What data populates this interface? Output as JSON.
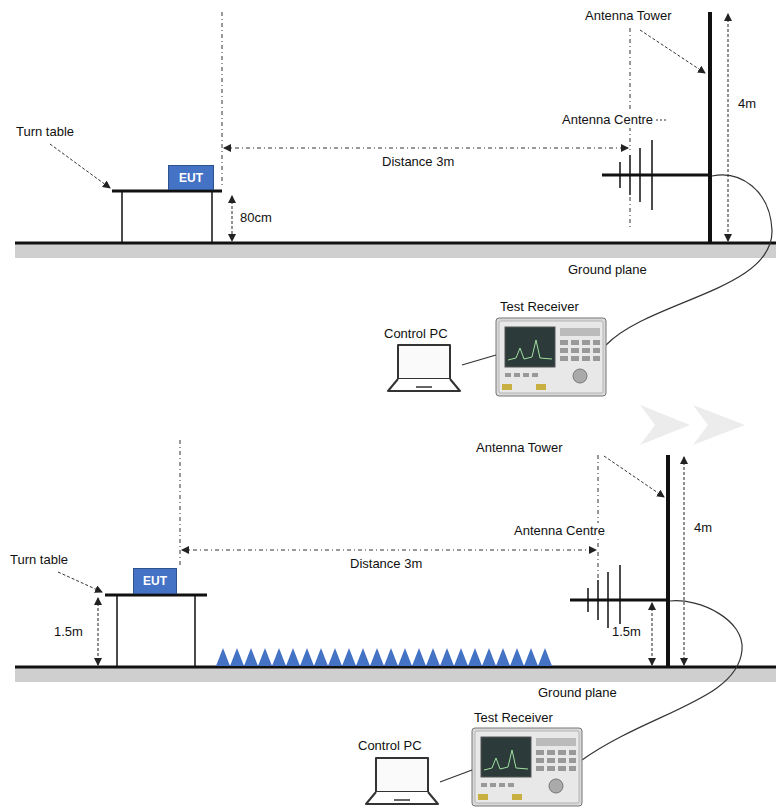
{
  "diagram": {
    "nodes": [
      {
        "text": [
          "EUT"
        ]
      },
      {
        "text": [
          "EUT"
        ]
      }
    ],
    "labels": [
      "Antenna Tower",
      "Turn table",
      "Antenna Centre",
      "Distance 3m",
      "4m",
      "80cm",
      "Ground plane",
      "Test Receiver",
      "Control PC",
      "Antenna Tower",
      "Antenna Centre",
      "Turn table",
      "Distance 3m",
      "4m",
      "1.5m",
      "1.5m",
      "Ground plane",
      "Test Receiver",
      "Control PC"
    ]
  }
}
